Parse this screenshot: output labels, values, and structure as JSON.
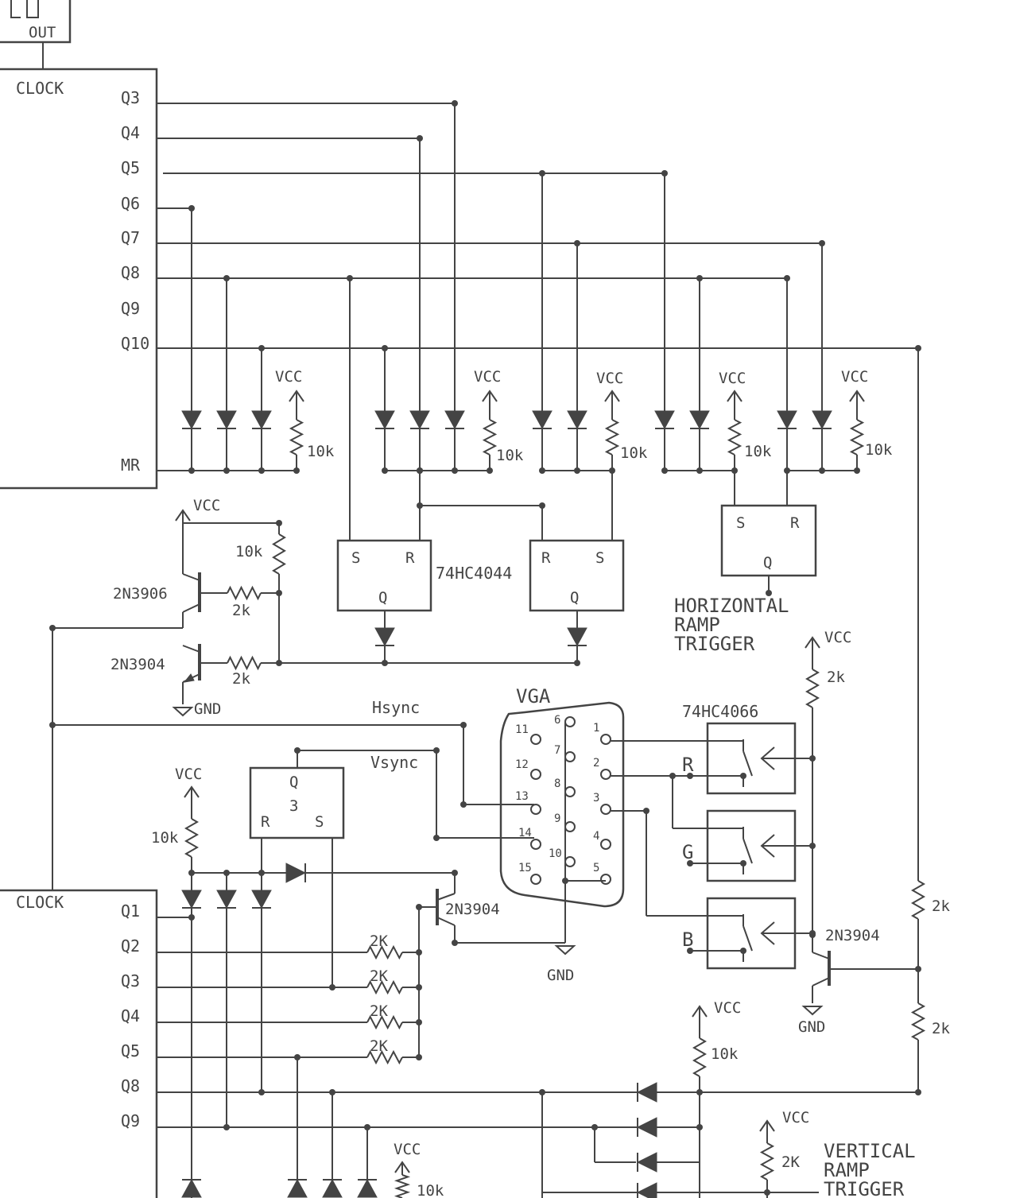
{
  "labels": {
    "out": "OUT",
    "clock": "CLOCK",
    "q1": "Q1",
    "q2": "Q2",
    "q3": "Q3",
    "q4": "Q4",
    "q5": "Q5",
    "q6": "Q6",
    "q7": "Q7",
    "q8": "Q8",
    "q9": "Q9",
    "q10": "Q10",
    "mr": "MR",
    "vcc": "VCC",
    "gnd": "GND",
    "r10k": "10k",
    "r2k": "2k",
    "r2K": "2K",
    "s": "S",
    "r": "R",
    "q": "Q",
    "q3num": "3",
    "chip4044": "74HC4044",
    "chip4066": "74HC4066",
    "pnp": "2N3906",
    "npn": "2N3904",
    "hsync": "Hsync",
    "vsync": "Vsync",
    "vga": "VGA",
    "sig_r": "R",
    "sig_g": "G",
    "sig_b": "B",
    "hramp": [
      "HORIZONTAL",
      "RAMP",
      "TRIGGER"
    ],
    "vramp": [
      "VERTICAL",
      "RAMP",
      "TRIGGER"
    ],
    "pins": [
      "1",
      "2",
      "3",
      "4",
      "5",
      "6",
      "7",
      "8",
      "9",
      "10",
      "11",
      "12",
      "13",
      "14",
      "15"
    ]
  }
}
